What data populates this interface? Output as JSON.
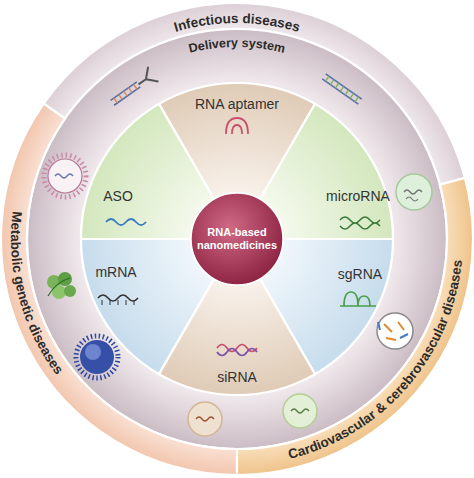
{
  "diagram": {
    "nodes": [
      {
        "text": [
          "Infectious diseases"
        ]
      },
      {
        "text": [
          "Delivery system"
        ]
      },
      {
        "text": [
          "RNA aptamer"
        ]
      },
      {
        "text": [
          "ASO"
        ]
      },
      {
        "text": [
          "microRNA"
        ]
      },
      {
        "text": [
          "RNA-based nanomedicines"
        ]
      },
      {
        "text": [
          "mRNA"
        ]
      },
      {
        "text": [
          "sgRNA"
        ]
      },
      {
        "text": [
          "siRNA"
        ]
      },
      {
        "text": [
          "Metabolic genetic diseases"
        ]
      },
      {
        "text": [
          "Cardiovascular & cerebrovascular diseases"
        ]
      }
    ]
  }
}
